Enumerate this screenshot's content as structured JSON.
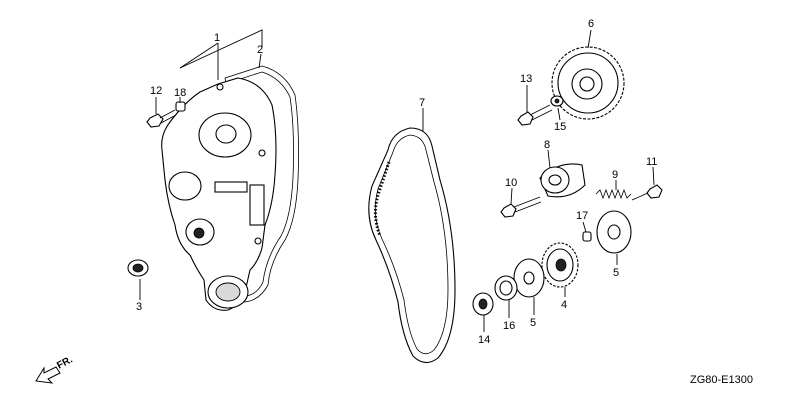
{
  "diagram": {
    "labels": {
      "p1": "1",
      "p2": "2",
      "p3": "3",
      "p4": "4",
      "p5a": "5",
      "p5b": "5",
      "p6": "6",
      "p7": "7",
      "p8": "8",
      "p9": "9",
      "p10": "10",
      "p11": "11",
      "p12": "12",
      "p13": "13",
      "p14": "14",
      "p15": "15",
      "p16": "16",
      "p17": "17",
      "p18": "18"
    },
    "direction_label": "FR.",
    "drawing_code": "ZG80-E1300"
  }
}
